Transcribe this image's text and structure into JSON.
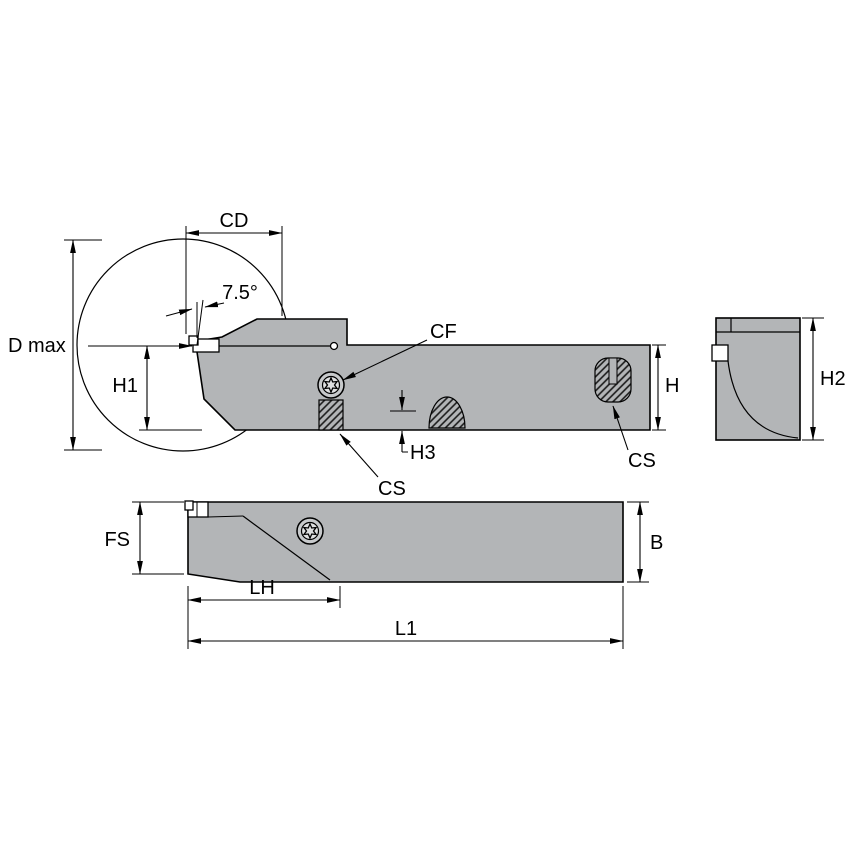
{
  "drawing": {
    "title": "grooving-cutoff-toolholder-dimension-drawing",
    "labels": {
      "d_max": "D max",
      "cd": "CD",
      "angle": "7.5°",
      "h1": "H1",
      "cf": "CF",
      "h": "H",
      "h2": "H2",
      "h3": "H3",
      "cs_front": "CS",
      "cs_back": "CS",
      "fs": "FS",
      "b": "B",
      "lh": "LH",
      "l1": "L1"
    },
    "colors": {
      "body": "#b3b5b7",
      "line": "#000000",
      "background": "#ffffff"
    }
  }
}
